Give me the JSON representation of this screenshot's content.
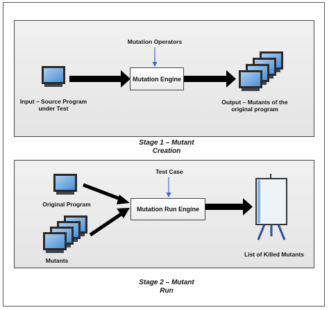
{
  "stage1": {
    "operators_label": "Mutation Operators",
    "engine_label": "Mutation Engine",
    "input_label_line1": "Input – Source Program",
    "input_label_line2": "under Test",
    "output_label_line1": "Output – Mutants of the",
    "output_label_line2": "original program",
    "caption_line1": "Stage 1 – Mutant",
    "caption_line2": "Creation"
  },
  "stage2": {
    "testcase_label": "Test Case",
    "engine_label": "Mutation Run Engine",
    "original_label": "Original Program",
    "mutants_label": "Mutants",
    "killed_label": "List of Killed Mutants",
    "caption_line1": "Stage 2 – Mutant",
    "caption_line2": "Run"
  },
  "colors": {
    "screen": "#6fa8dc",
    "arrow": "#000000",
    "thin_arrow": "#3b6fbf"
  }
}
